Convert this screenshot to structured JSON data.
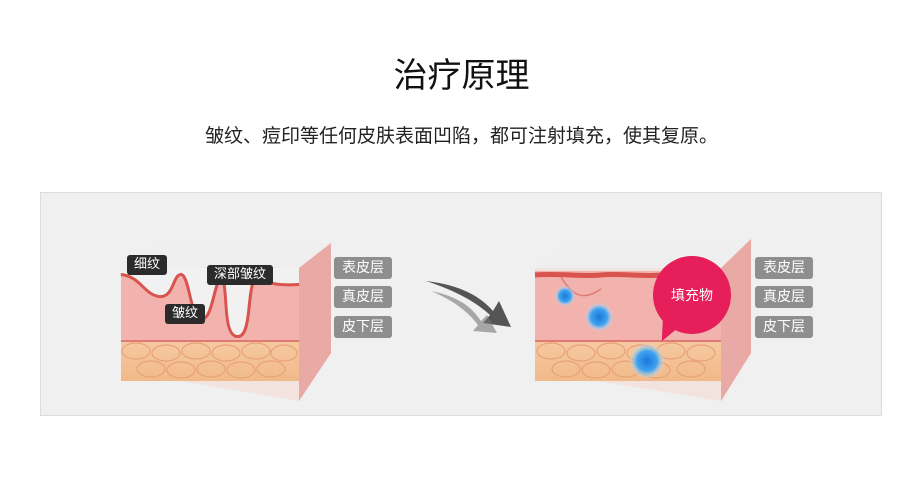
{
  "heading": "治疗原理",
  "subheading": "皱纹、痘印等任何皮肤表面凹陷，都可注射填充，使其复原。",
  "before": {
    "labels": {
      "fine_lines": "细纹",
      "wrinkles": "皱纹",
      "deep_wrinkles": "深部皱纹"
    }
  },
  "after": {
    "filler_label": "填充物"
  },
  "layers": {
    "epidermis": "表皮层",
    "dermis": "真皮层",
    "subcutaneous": "皮下层"
  },
  "colors": {
    "filler_bubble": "#e61e5a",
    "layer_tag": "#8e8e8e",
    "callout_tag": "#2b2b2b"
  }
}
